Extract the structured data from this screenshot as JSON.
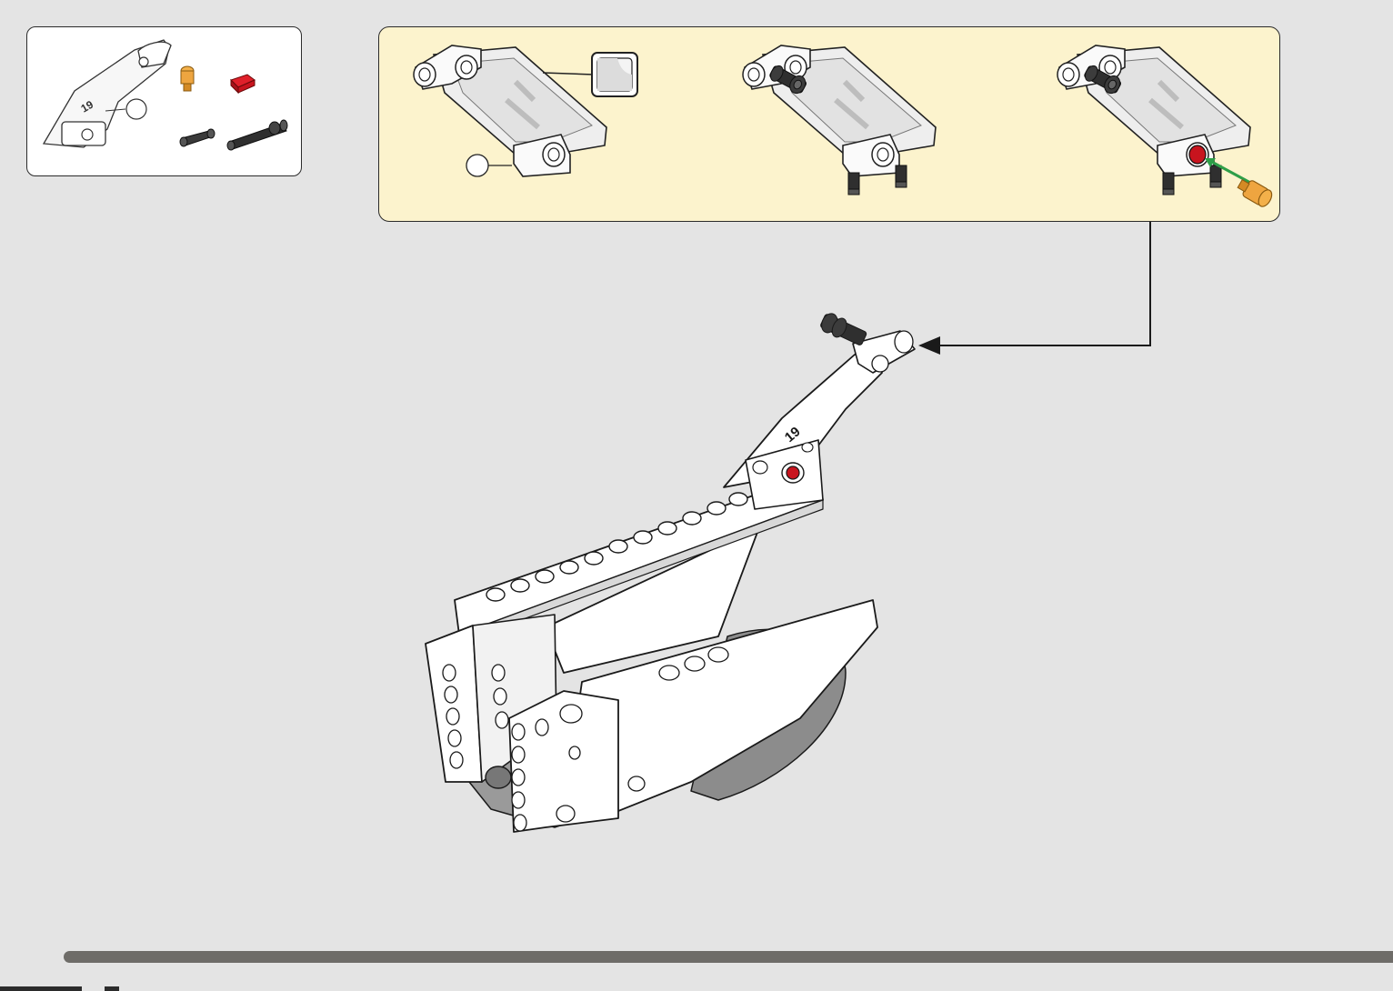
{
  "parts_list": {
    "items": [
      {
        "name": "curved-panel-sticker",
        "qty": ""
      },
      {
        "name": "axle-pin-orange",
        "qty": ""
      },
      {
        "name": "axle-pin-red",
        "qty": ""
      },
      {
        "name": "axle-pin-black-short",
        "qty": ""
      },
      {
        "name": "axle-pin-black-long",
        "qty": ""
      }
    ]
  },
  "sub_assembly": {
    "steps": [
      {
        "id": "sub-step-1",
        "callout": ""
      },
      {
        "id": "sub-step-2",
        "callout": ""
      },
      {
        "id": "sub-step-3",
        "callout": ""
      }
    ],
    "sticker_label": "",
    "panel_number": "19"
  },
  "main_model": {
    "panel_number": "19"
  },
  "colors": {
    "background": "#e4e4e4",
    "sub_panel_fill": "#fcf3cd",
    "panel_border": "#2b2b2b",
    "progress_bar": "#6e6c68",
    "part_white": "#ffffff",
    "part_black": "#2a2a2a",
    "accent_red": "#c8141e",
    "accent_orange": "#e6a04a",
    "arrow_green": "#2e9e48"
  },
  "progress": {
    "fraction": 0.99
  }
}
